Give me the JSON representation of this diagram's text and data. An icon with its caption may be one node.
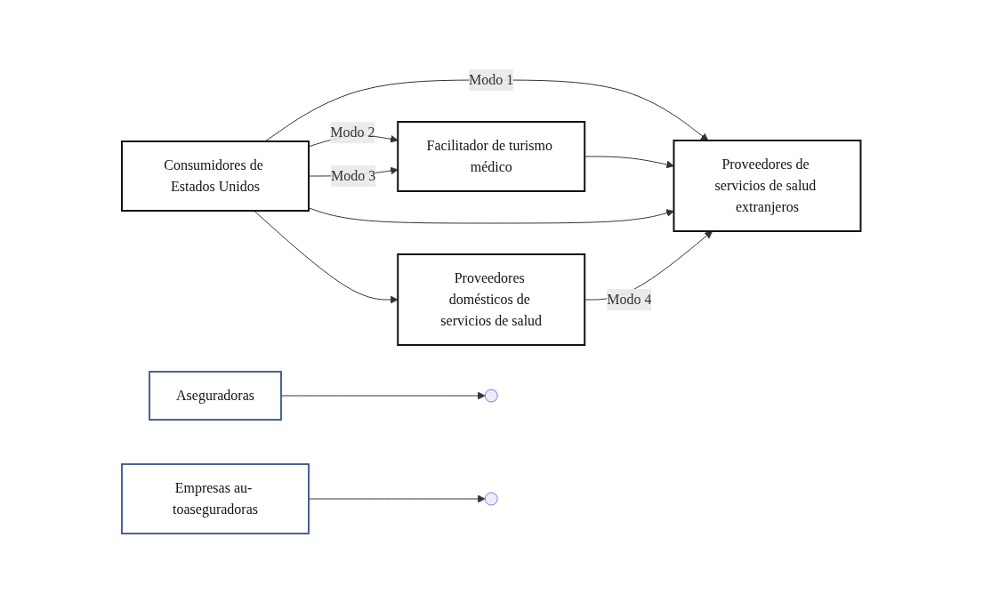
{
  "diagram": {
    "nodes": [
      {
        "text": [
          "Consumidores de Estados Unidos"
        ]
      },
      {
        "text": [
          "Aseguradoras"
        ]
      },
      {
        "text": [
          "Empresas au- toaseguradoras"
        ]
      },
      {
        "text": [
          "Facilitador de turismo médico"
        ]
      },
      {
        "text": [
          "Proveedores de servicios de salud extranjeros"
        ]
      },
      {
        "text": [
          "Proveedores domésticos de servicios de salud"
        ]
      }
    ],
    "edges": [
      {
        "from": 0,
        "to": 4,
        "label": "Modo 1",
        "arrow": "to"
      },
      {
        "from": 0,
        "to": 3,
        "label": "Modo 2",
        "arrow": "to"
      },
      {
        "from": 3,
        "to": 4,
        "arrow": "to"
      },
      {
        "from": 0,
        "to": 3,
        "label": "Modo 3",
        "arrow": "to"
      },
      {
        "from": 0,
        "to": 4,
        "arrow": "to"
      },
      {
        "from": 1,
        "to": null,
        "arrow": "to"
      },
      {
        "from": 2,
        "to": null,
        "arrow": "to"
      },
      {
        "from": 0,
        "to": 5,
        "arrow": "to"
      },
      {
        "from": 5,
        "to": 4,
        "label": "Modo 4",
        "arrow": "to"
      }
    ]
  }
}
